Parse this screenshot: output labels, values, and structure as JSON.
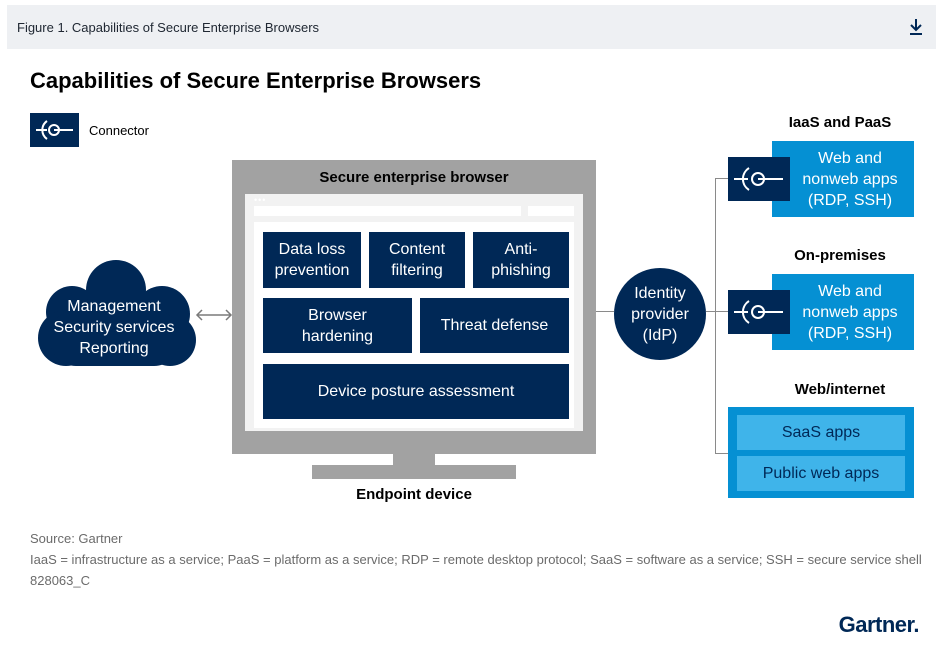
{
  "figure_bar": {
    "label": "Figure 1. Capabilities of Secure Enterprise Browsers",
    "download_icon": "download-icon"
  },
  "title": "Capabilities of Secure Enterprise Browsers",
  "legend": {
    "icon": "connector-icon",
    "label": "Connector"
  },
  "cloud": {
    "lines": [
      "Management",
      "Security services",
      "Reporting"
    ]
  },
  "browser": {
    "title": "Secure enterprise browser",
    "capabilities": [
      [
        "Data loss",
        "prevention"
      ],
      [
        "Content",
        "filtering"
      ],
      [
        "Anti-",
        "phishing"
      ],
      [
        "Browser",
        "hardening"
      ],
      [
        "Threat defense"
      ],
      [
        "Device posture assessment"
      ]
    ],
    "device_label": "Endpoint device"
  },
  "idp": {
    "lines": [
      "Identity",
      "provider",
      "(IdP)"
    ]
  },
  "groups": {
    "iaas": {
      "title": "IaaS and PaaS",
      "box": [
        "Web and",
        "nonweb apps",
        "(RDP, SSH)"
      ]
    },
    "onprem": {
      "title": "On-premises",
      "box": [
        "Web and",
        "nonweb apps",
        "(RDP, SSH)"
      ]
    },
    "web": {
      "title": "Web/internet",
      "items": [
        "SaaS apps",
        "Public web apps"
      ]
    }
  },
  "colors": {
    "navy": "#002856",
    "blue": "#0590d3",
    "light_blue": "#3fb4ea",
    "gray": "#a2a2a2"
  },
  "footer": {
    "source": "Source: Gartner",
    "note": "IaaS = infrastructure as a service; PaaS = platform as a service; RDP = remote desktop protocol; SaaS = software as a service; SSH = secure service shell",
    "code": "828063_C",
    "brand": "Gartner."
  }
}
